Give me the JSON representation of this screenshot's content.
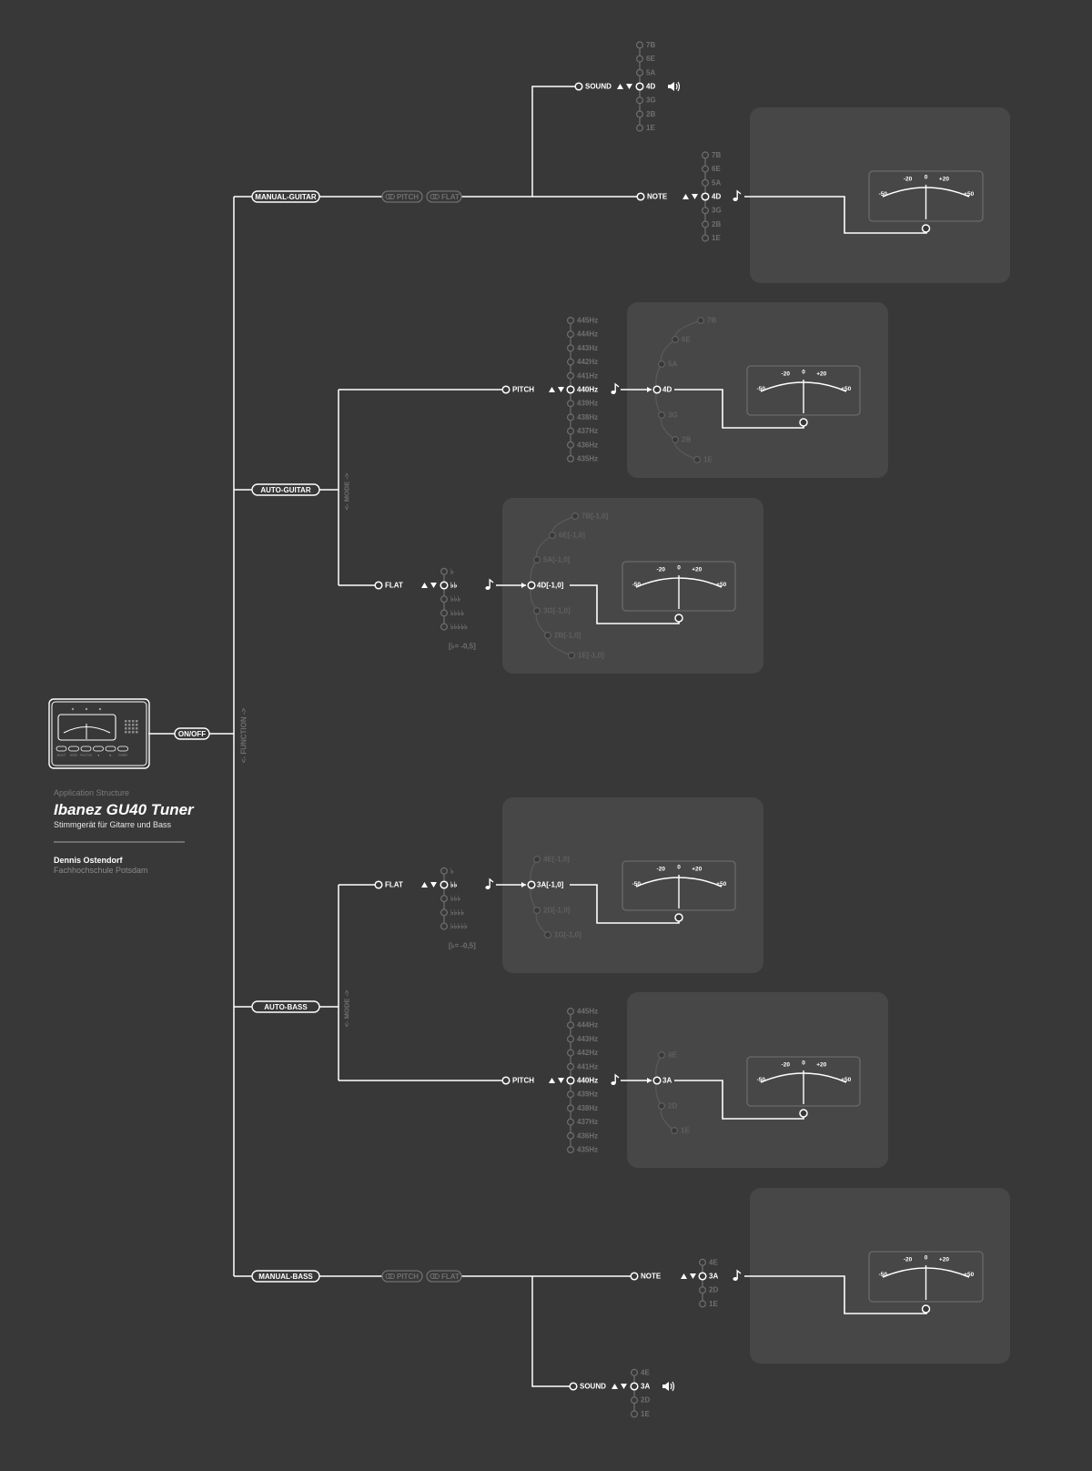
{
  "info": {
    "label": "Application Structure",
    "title": "Ibanez GU40 Tuner",
    "subtitle": "Stimmgerät für Gitarre und Bass",
    "author": "Dennis Ostendorf",
    "school": "Fachhochschule Potsdam"
  },
  "nodes": {
    "onoff": "ON/OFF",
    "function_axis": "<- FUNCTION ->",
    "mode_axis": "<- MODE ->",
    "manual_guitar": "MANUAL-GUITAR",
    "auto_guitar": "AUTO-GUITAR",
    "auto_bass": "AUTO-BASS",
    "manual_bass": "MANUAL-BASS",
    "pitch_pill": "PITCH",
    "flat_pill": "FLAT",
    "sound": "SOUND",
    "note": "NOTE",
    "pitch": "PITCH",
    "flat": "FLAT"
  },
  "lists": {
    "guitar_strings": [
      "7B",
      "6E",
      "5A",
      "4D",
      "3G",
      "2B",
      "1E"
    ],
    "bass_strings": [
      "4E",
      "3A",
      "2D",
      "1E"
    ],
    "pitch_hz": [
      "445Hz",
      "444Hz",
      "443Hz",
      "442Hz",
      "441Hz",
      "440Hz",
      "439Hz",
      "438Hz",
      "437Hz",
      "436Hz",
      "435Hz"
    ],
    "flats": [
      "♭",
      "♭♭",
      "♭♭♭",
      "♭♭♭♭",
      "♭♭♭♭♭"
    ],
    "flat_note": "[♭= -0,5]",
    "guitar_flat_strings": [
      "7B[-1,0]",
      "6E[-1,0]",
      "5A[-1,0]",
      "4D[-1,0]",
      "3G[-1,0]",
      "2B[-1,0]",
      "1E[-1,0]"
    ],
    "bass_flat_strings": [
      "4E[-1,0]",
      "3A[-1,0]",
      "2D[-1,0]",
      "1G[-1,0]"
    ]
  },
  "meter": {
    "scale": [
      "-50",
      "-20",
      "0",
      "+20",
      "+50"
    ]
  },
  "device": {
    "buttons": [
      "SELECT",
      "MODE",
      "FUNCTION",
      "◀",
      "▶",
      "POWER"
    ]
  },
  "colors": {
    "background": "#383838",
    "panel": "#474747",
    "line": "#ffffff",
    "dim": "#6f6f6f"
  }
}
